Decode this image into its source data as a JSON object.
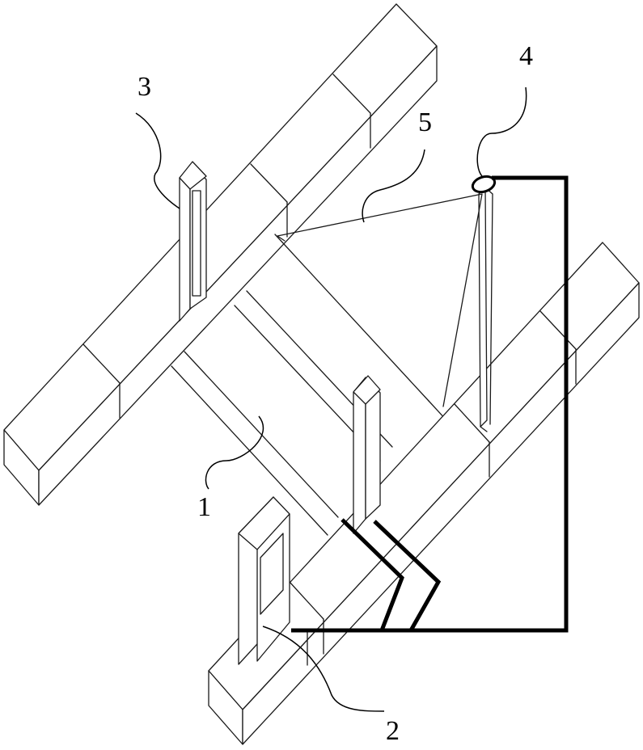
{
  "figure": {
    "labels": [
      {
        "id": "label-1",
        "text": "1"
      },
      {
        "id": "label-2",
        "text": "2"
      },
      {
        "id": "label-3",
        "text": "3"
      },
      {
        "id": "label-4",
        "text": "4"
      },
      {
        "id": "label-5",
        "text": "5"
      }
    ]
  },
  "colors": {
    "line": "#1a1a1a",
    "cable": "#000000",
    "background": "#ffffff"
  }
}
